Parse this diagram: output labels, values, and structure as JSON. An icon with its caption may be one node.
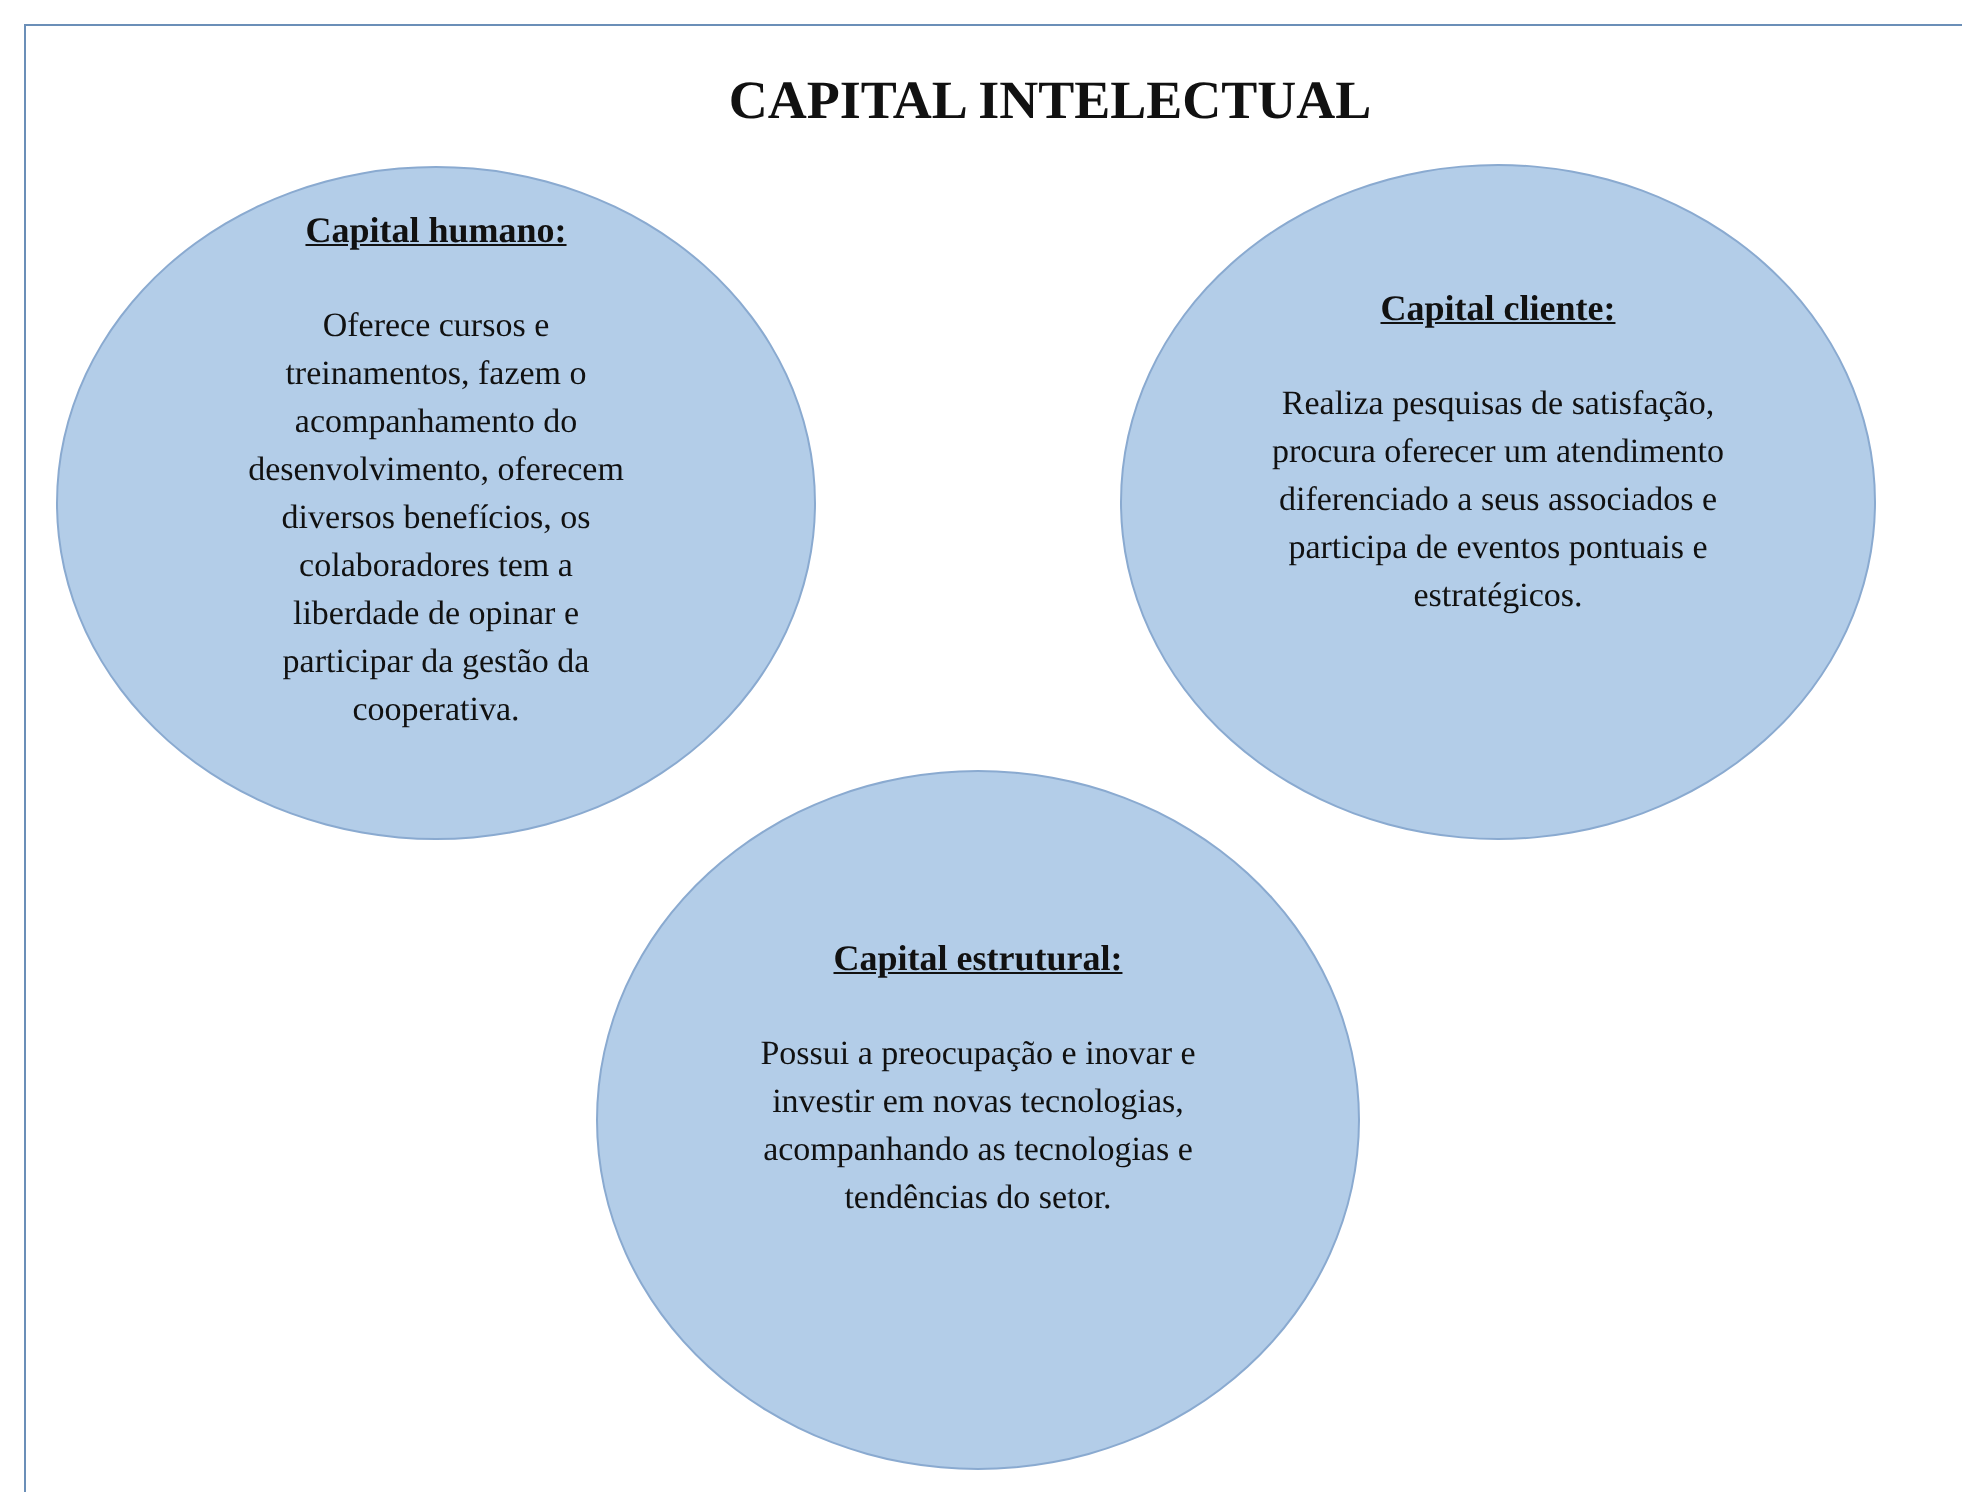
{
  "diagram": {
    "title": "CAPITAL INTELECTUAL",
    "nodes": [
      {
        "text": [
          "Capital humano:",
          "Oferece cursos e treinamentos, fazem o acompanhamento do desenvolvimento, oferecem diversos benefícios, os colaboradores tem a liberdade de opinar e participar da gestão da cooperativa."
        ]
      },
      {
        "text": [
          "Capital cliente:",
          "Realiza pesquisas de satisfação, procura oferecer um atendimento diferenciado a seus associados e participa de eventos pontuais e estratégicos."
        ]
      },
      {
        "text": [
          "Capital estrutural:",
          "Possui a preocupação e inovar e investir em novas tecnologias, acompanhando as tecnologias e tendências do setor."
        ]
      }
    ]
  }
}
